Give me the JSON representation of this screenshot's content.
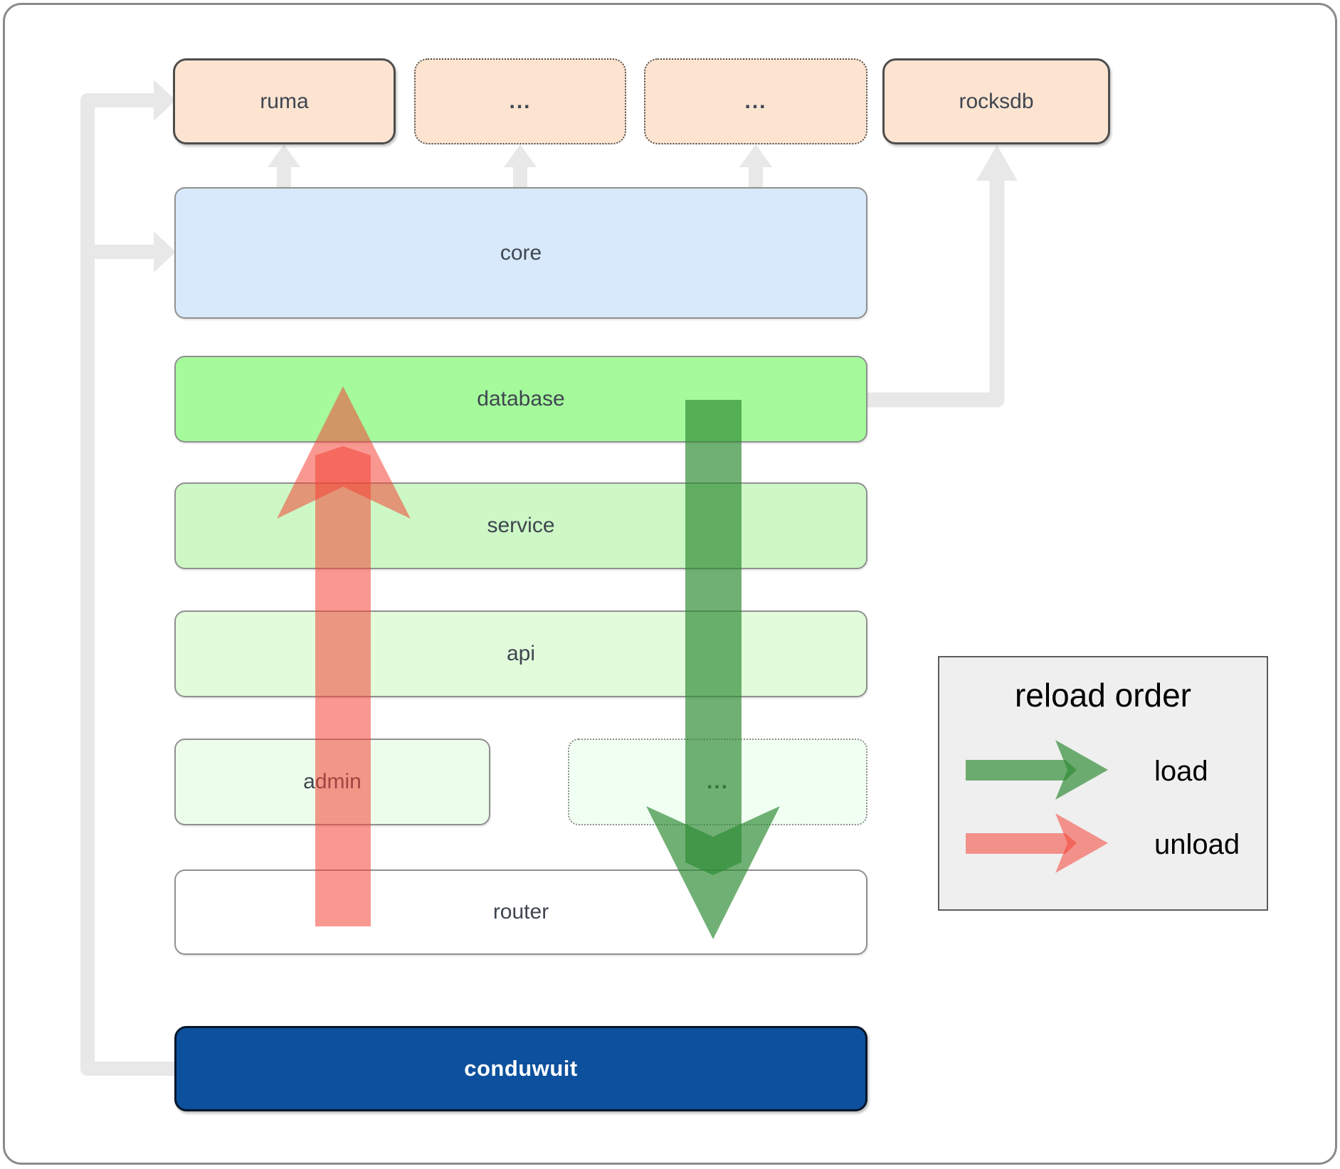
{
  "nodes": {
    "ruma": "ruma",
    "ellipsis_top_1": "...",
    "ellipsis_top_2": "...",
    "rocksdb": "rocksdb",
    "core": "core",
    "database": "database",
    "service": "service",
    "api": "api",
    "admin": "admin",
    "ellipsis_admin": "...",
    "router": "router",
    "conduwuit": "conduwuit"
  },
  "legend": {
    "title": "reload order",
    "load_label": "load",
    "unload_label": "unload"
  },
  "colors": {
    "load_arrow": "#2e8b33",
    "unload_arrow": "#f44336",
    "connector_gray": "#e8e8e8",
    "conduwuit_bg": "#0d509d",
    "database_fill": "#a5fa9b",
    "core_fill": "#d7e9fb",
    "module_fill": "#fce4d1"
  }
}
